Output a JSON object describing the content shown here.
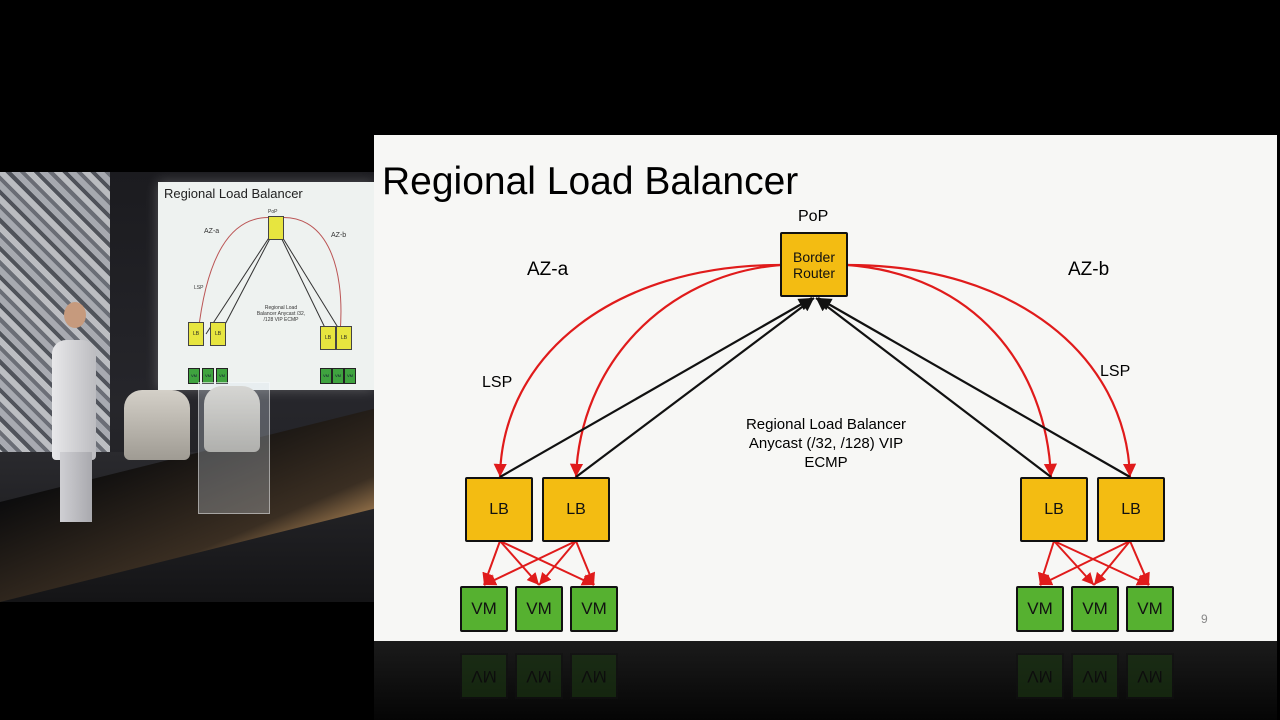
{
  "slide": {
    "title": "Regional Load Balancer",
    "pop_label": "PoP",
    "router_label": "Border Router",
    "az_a_label": "AZ-a",
    "az_b_label": "AZ-b",
    "lsp_left_label": "LSP",
    "lsp_right_label": "LSP",
    "caption": [
      "Regional Load Balancer",
      "Anycast (/32, /128) VIP",
      "ECMP"
    ],
    "lb_label": "LB",
    "vm_label": "VM",
    "page_number": "9"
  },
  "stage_screen": {
    "title": "Regional Load Balancer",
    "pop_label": "PoP",
    "az_a_label": "AZ-a",
    "az_b_label": "AZ-b",
    "lsp_label": "LSP",
    "caption": "Regional Load Balancer Anycast /32, /128 VIP ECMP",
    "lb_label": "LB",
    "vm_label": "VM"
  },
  "colors": {
    "lb_fill": "#f3bc12",
    "vm_fill": "#56b130",
    "lsp_arrow": "#e01b1b",
    "link_line": "#111111"
  }
}
